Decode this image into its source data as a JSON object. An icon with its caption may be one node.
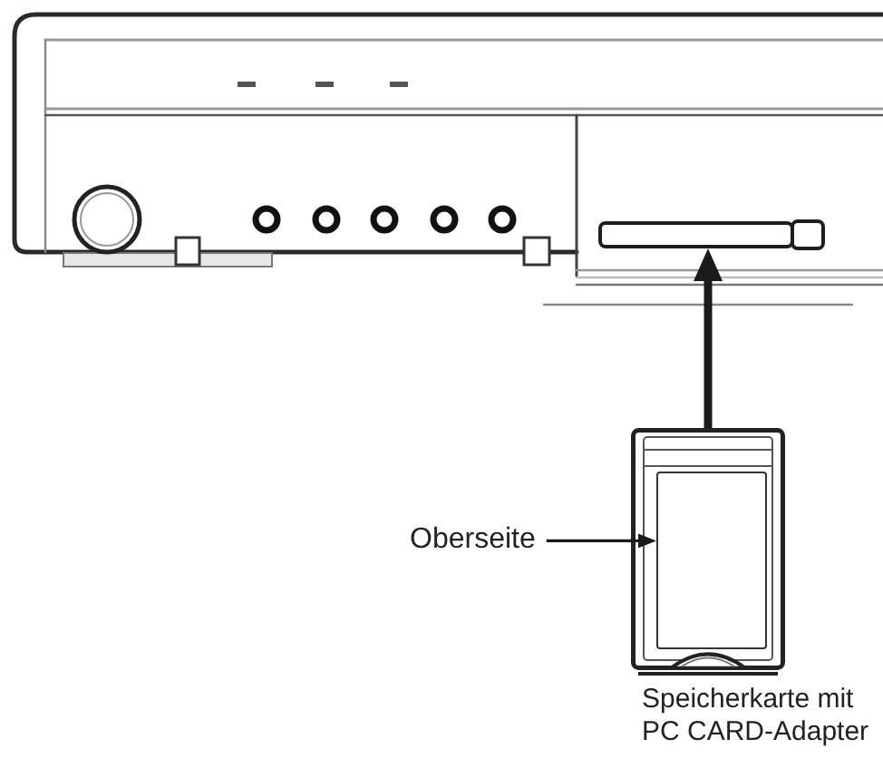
{
  "diagram": {
    "nodes": [
      {
        "text": [
          "Oberseite"
        ]
      },
      {
        "text": [],
        "shape": "picture",
        "beside": [
          "Speicherkarte mit PC CARD-Adapter"
        ]
      },
      {
        "text": [],
        "shape": "box",
        "in": 1
      },
      {
        "text": [],
        "shape": "box"
      }
    ],
    "edges": [
      {
        "from": 0,
        "to": 2,
        "arrow": "to"
      },
      {
        "from": 1,
        "to": 3,
        "arrow": "to",
        "style": "thick"
      }
    ]
  }
}
